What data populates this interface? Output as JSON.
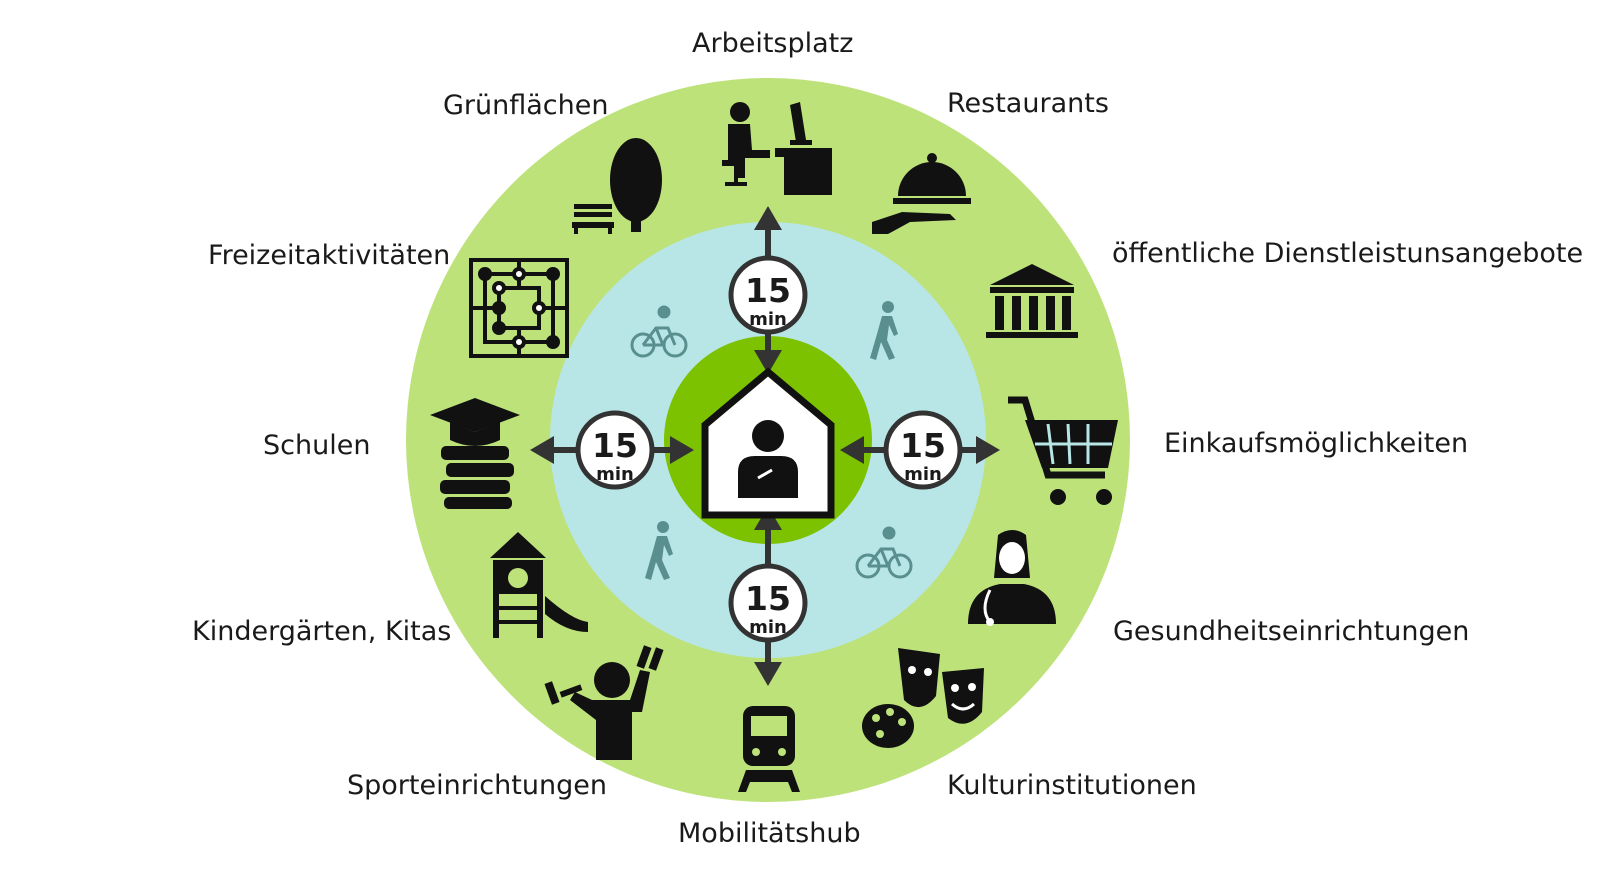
{
  "labels": {
    "arbeitsplatz": "Arbeitsplatz",
    "gruenflaechen": "Grünflächen",
    "restaurants": "Restaurants",
    "freizeit": "Freizeitaktivitäten",
    "dienstleistungen": "öffentliche Dienstleistunsangebote",
    "schulen": "Schulen",
    "einkauf": "Einkaufsmöglichkeiten",
    "kita": "Kindergärten, Kitas",
    "gesundheit": "Gesundheitseinrichtungen",
    "sport": "Sporteinrichtungen",
    "kultur": "Kulturinstitutionen",
    "mobilitaet": "Mobilitätshub"
  },
  "badge": {
    "number": "15",
    "unit": "min"
  },
  "colors": {
    "outer_ring": "#bde27a",
    "inner_ring": "#b8e6e6",
    "center": "#7cc200",
    "icon": "#111111",
    "mode_icon": "#5a8f8f"
  },
  "icons": {
    "arbeitsplatz": "desk-worker-icon",
    "gruenflaechen": "tree-bench-icon",
    "restaurants": "serving-cloche-icon",
    "freizeit": "board-game-icon",
    "dienstleistungen": "government-building-icon",
    "schulen": "graduation-books-icon",
    "einkauf": "shopping-cart-icon",
    "kita": "playground-icon",
    "gesundheit": "doctor-icon",
    "sport": "weightlifting-icon",
    "kultur": "theater-masks-palette-icon",
    "mobilitaet": "train-icon",
    "center": "home-person-icon",
    "modes": [
      "bicycle-icon",
      "walking-icon"
    ]
  }
}
